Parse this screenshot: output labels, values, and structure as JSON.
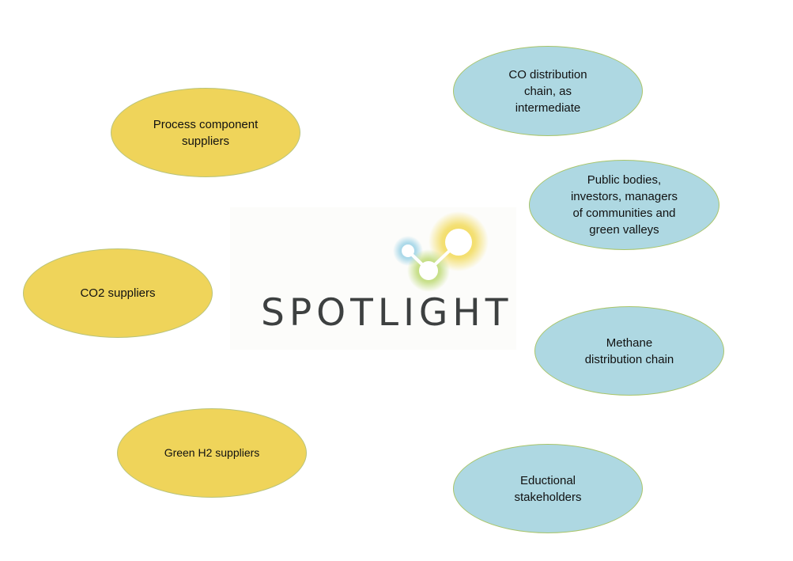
{
  "logo": {
    "name": "SPOTLIGHT",
    "colors": {
      "text": "#3d4040",
      "yellow_glow": "#f0d43c",
      "blue_glow": "#7fc6e0",
      "green_glow": "#a9cf4a"
    }
  },
  "nodes": {
    "process_component_suppliers": "Process component\nsuppliers",
    "co2_suppliers": "CO2 suppliers",
    "green_h2_suppliers": "Green H2 suppliers",
    "co_distribution_chain": "CO distribution\nchain, as\nintermediate",
    "public_bodies": "Public bodies,\ninvestors, managers\nof communities and\ngreen valleys",
    "methane_distribution_chain": "Methane\ndistribution chain",
    "eductional_stakeholders": "Eductional\nstakeholders"
  },
  "colors": {
    "yellow_fill": "#efd45a",
    "blue_fill": "#aed8e2"
  }
}
